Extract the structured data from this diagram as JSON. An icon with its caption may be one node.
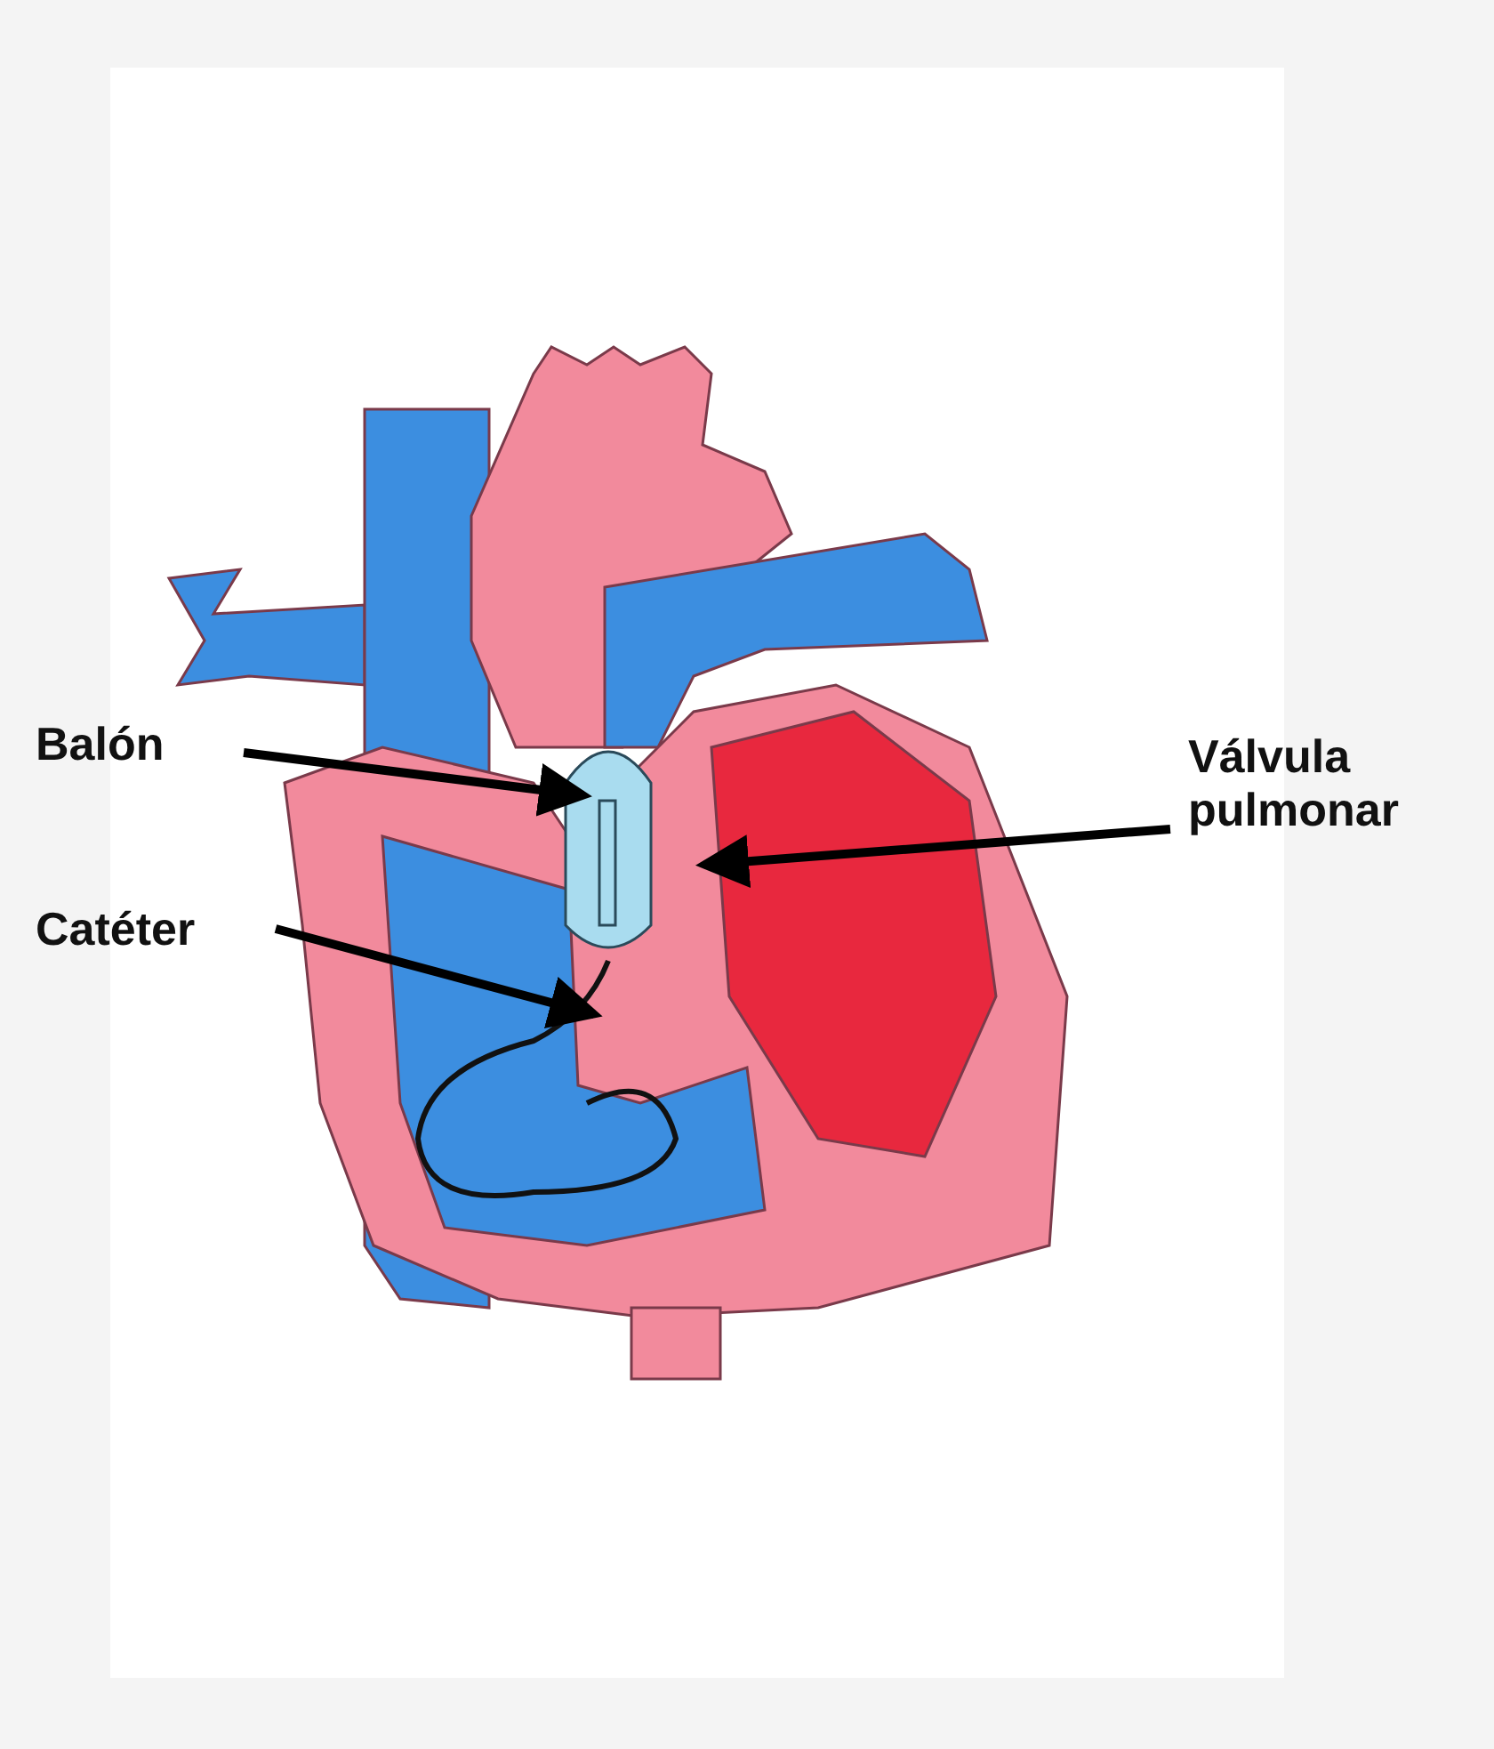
{
  "diagram": {
    "nodes": [
      {
        "text": [
          "Balón"
        ]
      },
      {
        "text": [
          "Válvula pulmonar"
        ]
      },
      {
        "text": [
          "Catéter"
        ]
      }
    ],
    "edges": [
      {
        "from": 0,
        "to": null,
        "arrow": "to"
      },
      {
        "from": 1,
        "to": null,
        "arrow": "to"
      },
      {
        "from": 2,
        "to": null,
        "arrow": "to"
      }
    ]
  }
}
